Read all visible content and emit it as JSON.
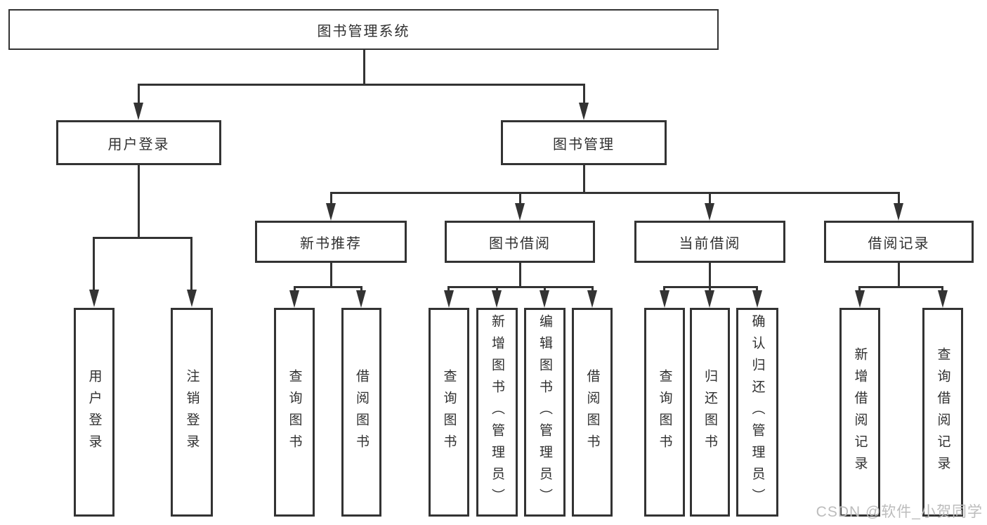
{
  "tree": {
    "label": "图书管理系统",
    "children": [
      {
        "label": "用户登录",
        "children": [
          {
            "label": "用户登录"
          },
          {
            "label": "注销登录"
          }
        ]
      },
      {
        "label": "图书管理",
        "children": [
          {
            "label": "新书推荐",
            "children": [
              {
                "label": "查询图书"
              },
              {
                "label": "借阅图书"
              }
            ]
          },
          {
            "label": "图书借阅",
            "children": [
              {
                "label": "查询图书"
              },
              {
                "label": "新增图书（管理员）"
              },
              {
                "label": "编辑图书（管理员）"
              },
              {
                "label": "借阅图书"
              }
            ]
          },
          {
            "label": "当前借阅",
            "children": [
              {
                "label": "查询图书"
              },
              {
                "label": "归还图书"
              },
              {
                "label": "确认归还（管理员）"
              }
            ]
          },
          {
            "label": "借阅记录",
            "children": [
              {
                "label": "新增借阅记录"
              },
              {
                "label": "查询借阅记录"
              }
            ]
          }
        ]
      }
    ]
  },
  "watermark": {
    "text": "CSDN @软件_小贺同学"
  },
  "colors": {
    "line": "#333333",
    "box_border": "#333333",
    "text": "#303030",
    "watermark": "#bcbcbc",
    "background": "#ffffff"
  }
}
